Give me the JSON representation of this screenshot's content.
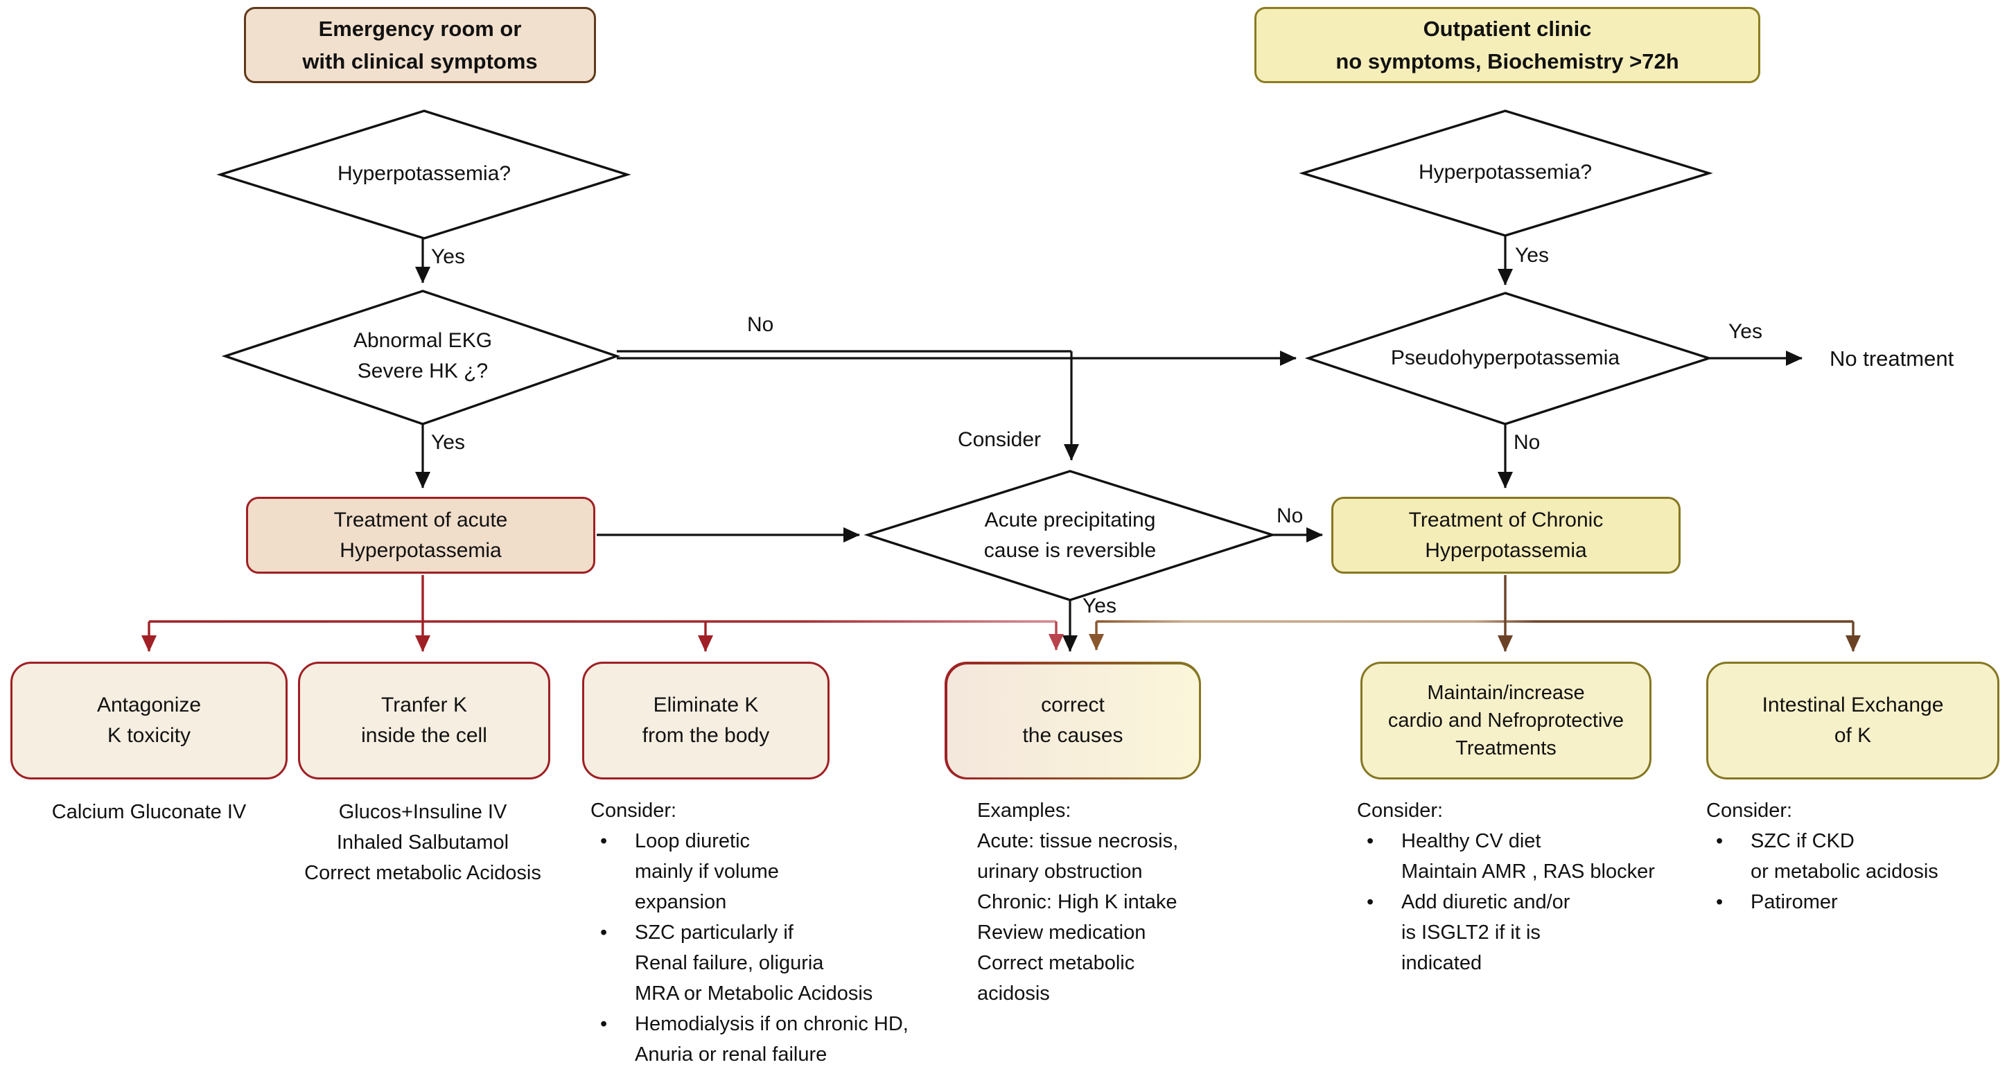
{
  "start_boxes": {
    "emergency": "Emergency room or\nwith clinical symptoms",
    "outpatient": "Outpatient clinic\nno symptoms, Biochemistry >72h"
  },
  "decisions": {
    "hyperpotassemia_left": "Hyperpotassemia?",
    "abnormal_ekg": "Abnormal EKG\nSevere HK ¿?",
    "hyperpotassemia_right": "Hyperpotassemia?",
    "pseudohyperpotassemia": "Pseudohyperpotassemia",
    "acute_cause_reversible": "Acute precipitating\ncause is reversible"
  },
  "action_boxes": {
    "treatment_acute": "Treatment of acute\nHyperpotassemia",
    "treatment_chronic": "Treatment of Chronic\nHyperpotassemia",
    "antagonize": "Antagonize\nK toxicity",
    "transfer": "Tranfer K\ninside the cell",
    "eliminate": "Eliminate K\nfrom the body",
    "correct_causes": "correct\nthe causes",
    "maintain": "Maintain/increase\ncardio and Nefroprotective\nTreatments",
    "intestinal": "Intestinal Exchange\nof K"
  },
  "edge_labels": {
    "yes": "Yes",
    "no": "No",
    "consider": "Consider",
    "no_treatment": "No treatment"
  },
  "glyphs": {
    "bullet": "•"
  },
  "columns": {
    "antagonize_detail": {
      "lines": [
        "Calcium Gluconate IV"
      ]
    },
    "transfer_detail": {
      "lines": [
        "Glucos+Insuline IV",
        "Inhaled Salbutamol",
        "Correct metabolic  Acidosis"
      ]
    },
    "eliminate_detail": {
      "lines": [
        "Consider:",
        "Loop diuretic",
        "mainly if volume",
        "expansion",
        "SZC particularly if",
        "Renal failure, oliguria",
        "MRA or Metabolic Acidosis",
        "Hemodialysis if on chronic HD,",
        "Anuria or renal failure"
      ]
    },
    "causes_detail": {
      "lines": [
        "Examples:",
        "Acute: tissue necrosis,",
        "urinary obstruction",
        "Chronic: High K intake",
        "Review medication",
        "Correct metabolic",
        "acidosis"
      ]
    },
    "maintain_detail": {
      "lines": [
        "Consider:",
        "Healthy CV diet",
        "Maintain AMR , RAS blocker",
        "Add diuretic and/or",
        "is ISGLT2 if it is",
        "indicated"
      ]
    },
    "intestinal_detail": {
      "lines": [
        "Consider:",
        "SZC if CKD",
        "or metabolic acidosis",
        "Patiromer"
      ]
    }
  },
  "colors": {
    "line_black": "#111111",
    "line_red": "#a02025",
    "line_red_light": "#c4565e",
    "line_brown_dark": "#6b4226",
    "line_brown_mid": "#8a562c",
    "border_red": "#9e2024",
    "border_olive": "#857722",
    "border_brown": "#5e3a1d",
    "fill_tan": "#f2e0ce",
    "fill_yellow": "#f5eeb9",
    "fill_beige": "#f5eee1"
  }
}
